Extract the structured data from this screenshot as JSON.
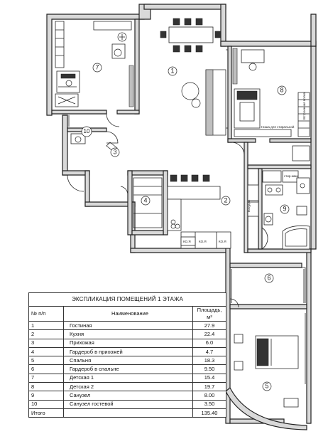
{
  "legend": {
    "title": "ЭКСПЛИКАЦИЯ ПОМЕЩЕНИЙ 1 ЭТАЖА",
    "col_num": "№ п/п",
    "col_name": "Наименование",
    "col_area": "Площадь, м²",
    "rows": [
      {
        "n": "1",
        "name": "Гостиная",
        "area": "27.9"
      },
      {
        "n": "2",
        "name": "Кухня",
        "area": "22.4"
      },
      {
        "n": "3",
        "name": "Прихожая",
        "area": "6.0"
      },
      {
        "n": "4",
        "name": "Гардероб в прихожей",
        "area": "4.7"
      },
      {
        "n": "5",
        "name": "Спальня",
        "area": "18.3"
      },
      {
        "n": "6",
        "name": "Гардероб в спальне",
        "area": "9.50"
      },
      {
        "n": "7",
        "name": "Детская 1",
        "area": "15.4"
      },
      {
        "n": "8",
        "name": "Детская 2",
        "area": "19.7"
      },
      {
        "n": "9",
        "name": "Санузел",
        "area": "8.00"
      },
      {
        "n": "10",
        "name": "Санузел гостевой",
        "area": "3.50"
      }
    ],
    "total_label": "Итого",
    "total_area": "135.40"
  },
  "plan": {
    "room_labels": [
      "1",
      "2",
      "3",
      "4",
      "5",
      "6",
      "7",
      "8",
      "9",
      "10"
    ],
    "annotations": {
      "ko1": "КО.Я",
      "ko2": "КО.Я",
      "ko3": "КО.Я",
      "stir": "стир.маш",
      "posud": "посуд.м.",
      "niche": "Ниша для стиральной",
      "shelf": "Встроенная полка"
    }
  }
}
